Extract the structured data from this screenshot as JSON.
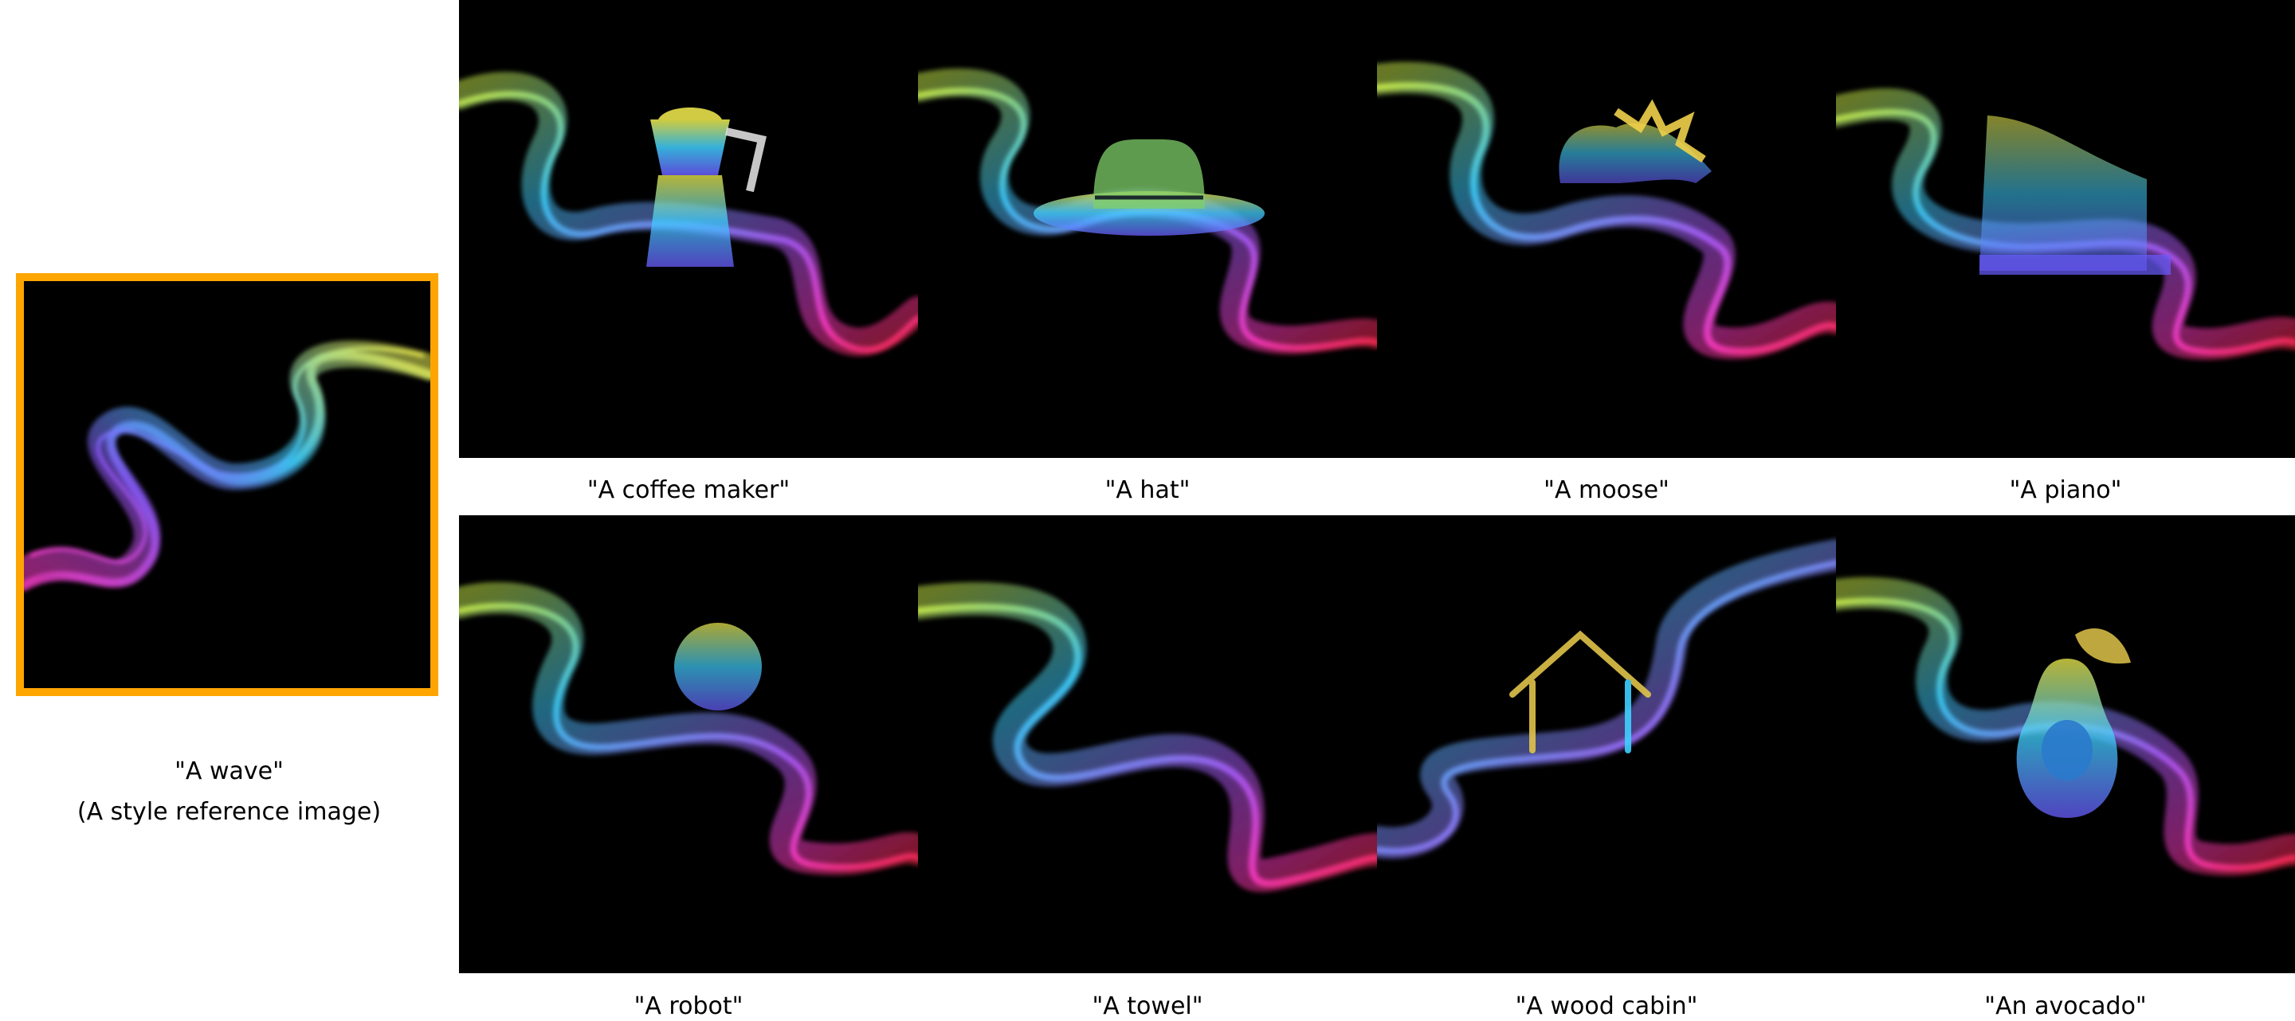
{
  "reference": {
    "label": "\"A wave\"",
    "note": "(A style reference image)",
    "frame_color": "#FFA500"
  },
  "grid": [
    {
      "id": "coffee-maker",
      "caption": "\"A coffee maker\""
    },
    {
      "id": "hat",
      "caption": "\"A hat\""
    },
    {
      "id": "moose",
      "caption": "\"A moose\""
    },
    {
      "id": "piano",
      "caption": "\"A piano\""
    },
    {
      "id": "robot",
      "caption": "\"A robot\""
    },
    {
      "id": "towel",
      "caption": "\"A towel\""
    },
    {
      "id": "wood-cabin",
      "caption": "\"A wood cabin\""
    },
    {
      "id": "avocado",
      "caption": "\"An avocado\""
    }
  ]
}
